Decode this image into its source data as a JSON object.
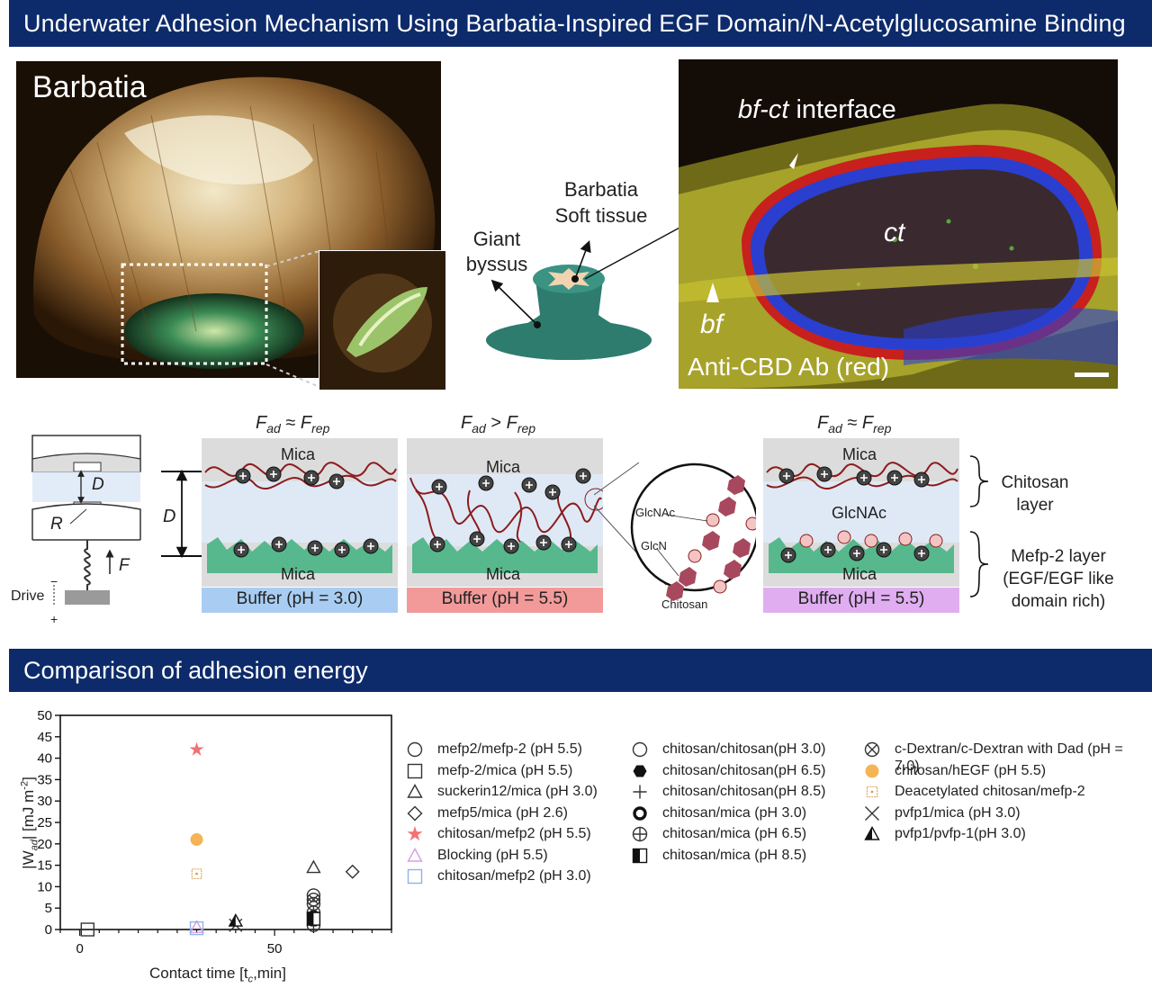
{
  "header": {
    "title": "Underwater Adhesion Mechanism Using Barbatia-Inspired EGF Domain/N-Acetylglucosamine Binding"
  },
  "photos": {
    "left_label": "Barbatia",
    "right_interface_label_italic": "bf-ct",
    "right_interface_label_rest": " interface",
    "right_ct": "ct",
    "right_bf": "bf",
    "right_caption": "Anti-CBD Ab (red)"
  },
  "schematic": {
    "giant_line1": "Giant",
    "giant_line2": "byssus",
    "soft_line1": "Barbatia",
    "soft_line2": "Soft tissue"
  },
  "sfa": {
    "D": "D",
    "R": "R",
    "F": "F",
    "drive": "Drive",
    "minus": "−",
    "plus": "+"
  },
  "panels": [
    {
      "force_main": "F",
      "force_sub": "ad",
      "relation": "≈",
      "force2_main": "F",
      "force2_sub": "rep",
      "top": "Mica",
      "bottom": "Mica",
      "buffer": "Buffer (pH = 3.0)",
      "buffer_color": "#a9cdf2"
    },
    {
      "force_main": "F",
      "force_sub": "ad",
      "relation": ">",
      "force2_main": "F",
      "force2_sub": "rep",
      "top": "Mica",
      "bottom": "Mica",
      "buffer": "Buffer (pH = 5.5)",
      "buffer_color": "#f29a9a"
    },
    {
      "force_main": "F",
      "force_sub": "ad",
      "relation": "≈",
      "force2_main": "F",
      "force2_sub": "rep",
      "top": "Mica",
      "bottom": "Mica",
      "buffer": "Buffer (pH = 5.5)",
      "buffer_color": "#e0aef0",
      "middle": "GlcNAc"
    }
  ],
  "chitosan_zoom": {
    "glcnac": "GlcNAc",
    "glcn": "GlcN",
    "chitosan": "Chitosan"
  },
  "layer_labels": {
    "chitosan_line1": "Chitosan",
    "chitosan_line2": "layer",
    "mefp_line1": "Mefp-2 layer",
    "mefp_line2": "(EGF/EGF like",
    "mefp_line3": "domain rich)"
  },
  "section2": {
    "title": "Comparison of adhesion energy"
  },
  "chart_data": {
    "type": "scatter",
    "xlabel": "Contact time [t",
    "xlabel_sub": "c",
    "xlabel_end": ",min]",
    "ylabel": "|W",
    "ylabel_sub": "ad",
    "ylabel_end": "| [mJ m",
    "ylabel_sup": "-2",
    "ylabel_close": "]",
    "xlim": [
      -5,
      80
    ],
    "ylim": [
      0,
      50
    ],
    "x_ticks": [
      0,
      50
    ],
    "y_ticks": [
      0,
      5,
      10,
      15,
      20,
      25,
      30,
      35,
      40,
      45,
      50
    ],
    "series": [
      {
        "name": "mefp2/mefp-2 (pH 5.5)",
        "symbol": "circle-open",
        "color": "#333333",
        "points": [
          [
            60,
            8
          ],
          [
            60,
            6
          ]
        ]
      },
      {
        "name": "mefp-2/mica (pH 5.5)",
        "symbol": "square-open",
        "color": "#333333",
        "points": [
          [
            2,
            0
          ]
        ]
      },
      {
        "name": "suckerin12/mica (pH 3.0)",
        "symbol": "triangle-open",
        "color": "#333333",
        "points": [
          [
            60,
            14.5
          ]
        ]
      },
      {
        "name": "mefp5/mica (pH 2.6)",
        "symbol": "diamond-open",
        "color": "#333333",
        "points": [
          [
            70,
            13.5
          ]
        ]
      },
      {
        "name": "chitosan/mefp2 (pH 5.5)",
        "symbol": "star-filled",
        "color": "#f27272",
        "points": [
          [
            30,
            42
          ]
        ]
      },
      {
        "name": "Blocking (pH 5.5)",
        "symbol": "triangle-open",
        "color": "#d79be6",
        "points": [
          [
            30,
            0.5
          ]
        ]
      },
      {
        "name": "chitosan/mefp2 (pH 3.0)",
        "symbol": "square-open",
        "color": "#8fb2e8",
        "points": [
          [
            30,
            0.3
          ]
        ]
      },
      {
        "name": "chitosan/chitosan(pH 3.0)",
        "symbol": "circle-open",
        "color": "#333333",
        "points": [
          [
            60,
            1
          ]
        ]
      },
      {
        "name": "chitosan/chitosan(pH 6.5)",
        "symbol": "hexagon-filled",
        "color": "#111111",
        "points": [
          [
            60,
            2
          ]
        ]
      },
      {
        "name": "chitosan/chitosan(pH 8.5)",
        "symbol": "plus",
        "color": "#333333",
        "points": [
          [
            60,
            1.5
          ]
        ]
      },
      {
        "name": "chitosan/mica (pH 3.0)",
        "symbol": "circle-bold",
        "color": "#111111",
        "points": [
          [
            60,
            3
          ]
        ]
      },
      {
        "name": "chitosan/mica (pH 6.5)",
        "symbol": "circle-plus",
        "color": "#333333",
        "points": [
          [
            60,
            4
          ]
        ]
      },
      {
        "name": "chitosan/mica (pH 8.5)",
        "symbol": "square-half",
        "color": "#111111",
        "points": [
          [
            60,
            2.5
          ]
        ]
      },
      {
        "name": "c-Dextran/c-Dextran with Dad (pH = 7.0)",
        "symbol": "circle-x",
        "color": "#333333",
        "points": [
          [
            60,
            7
          ]
        ]
      },
      {
        "name": "chitosan/hEGF (pH 5.5)",
        "symbol": "circle-filled",
        "color": "#f5b456",
        "points": [
          [
            30,
            21
          ]
        ]
      },
      {
        "name": "Deacetylated chitosan/mefp-2",
        "symbol": "square-dot",
        "color": "#d4a055",
        "points": [
          [
            30,
            13
          ]
        ]
      },
      {
        "name": "pvfp1/mica (pH 3.0)",
        "symbol": "x",
        "color": "#333333",
        "points": [
          [
            40,
            1
          ]
        ]
      },
      {
        "name": "pvfp1/pvfp-1(pH 3.0)",
        "symbol": "triangle-half",
        "color": "#111111",
        "points": [
          [
            40,
            2
          ]
        ]
      }
    ]
  },
  "legend_layout": [
    {
      "col": 0,
      "names": [
        "mefp2/mefp-2 (pH 5.5)",
        "mefp-2/mica (pH 5.5)",
        "suckerin12/mica (pH 3.0)",
        "mefp5/mica (pH 2.6)",
        "chitosan/mefp2 (pH 5.5)",
        "Blocking (pH 5.5)",
        "chitosan/mefp2 (pH 3.0)"
      ]
    },
    {
      "col": 1,
      "names": [
        "chitosan/chitosan(pH 3.0)",
        "chitosan/chitosan(pH 6.5)",
        "chitosan/chitosan(pH 8.5)",
        "chitosan/mica (pH 3.0)",
        "chitosan/mica (pH 6.5)",
        "chitosan/mica (pH 8.5)"
      ]
    },
    {
      "col": 2,
      "names": [
        "c-Dextran/c-Dextran with Dad (pH = 7.0)",
        "chitosan/hEGF (pH 5.5)",
        "Deacetylated chitosan/mefp-2",
        "pvfp1/mica (pH 3.0)",
        "pvfp1/pvfp-1(pH 3.0)"
      ]
    }
  ]
}
